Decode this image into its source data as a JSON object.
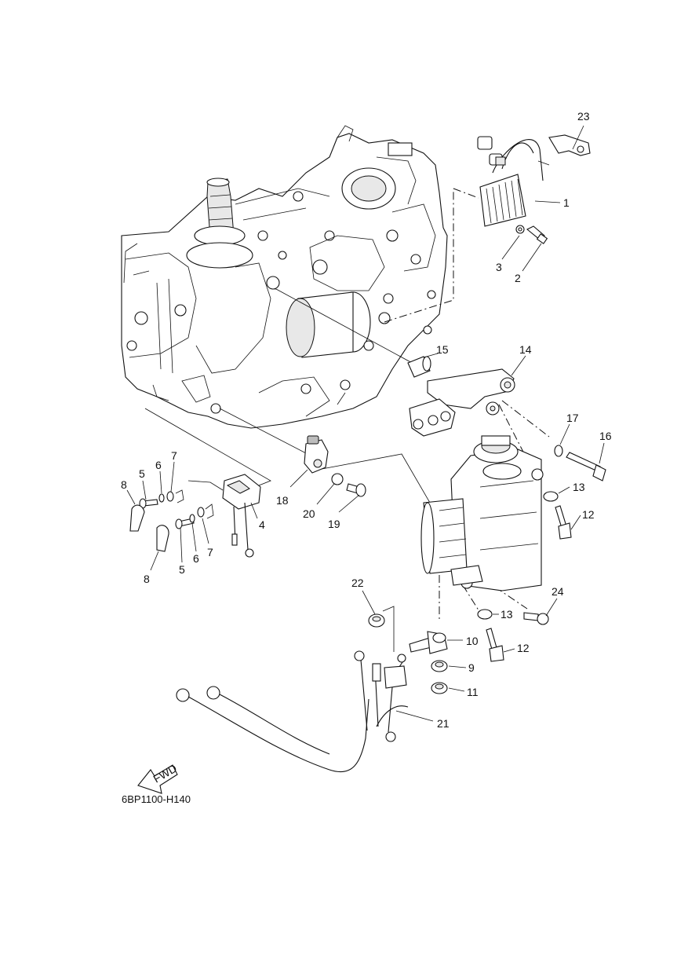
{
  "diagram_code": "6BP1100-H140",
  "fwd_label": "FWD",
  "parts": [
    {
      "id": "p1",
      "label": "1"
    },
    {
      "id": "p2",
      "label": "2"
    },
    {
      "id": "p3",
      "label": "3"
    },
    {
      "id": "p4",
      "label": "4"
    },
    {
      "id": "p5a",
      "label": "5"
    },
    {
      "id": "p5b",
      "label": "5"
    },
    {
      "id": "p6a",
      "label": "6"
    },
    {
      "id": "p6b",
      "label": "6"
    },
    {
      "id": "p7a",
      "label": "7"
    },
    {
      "id": "p7b",
      "label": "7"
    },
    {
      "id": "p8a",
      "label": "8"
    },
    {
      "id": "p8b",
      "label": "8"
    },
    {
      "id": "p9",
      "label": "9"
    },
    {
      "id": "p10",
      "label": "10"
    },
    {
      "id": "p11",
      "label": "11"
    },
    {
      "id": "p12a",
      "label": "12"
    },
    {
      "id": "p12b",
      "label": "12"
    },
    {
      "id": "p13a",
      "label": "13"
    },
    {
      "id": "p13b",
      "label": "13"
    },
    {
      "id": "p14",
      "label": "14"
    },
    {
      "id": "p15",
      "label": "15"
    },
    {
      "id": "p16",
      "label": "16"
    },
    {
      "id": "p17",
      "label": "17"
    },
    {
      "id": "p18",
      "label": "18"
    },
    {
      "id": "p19",
      "label": "19"
    },
    {
      "id": "p20",
      "label": "20"
    },
    {
      "id": "p21",
      "label": "21"
    },
    {
      "id": "p22",
      "label": "22"
    },
    {
      "id": "p23",
      "label": "23"
    },
    {
      "id": "p24",
      "label": "24"
    }
  ]
}
